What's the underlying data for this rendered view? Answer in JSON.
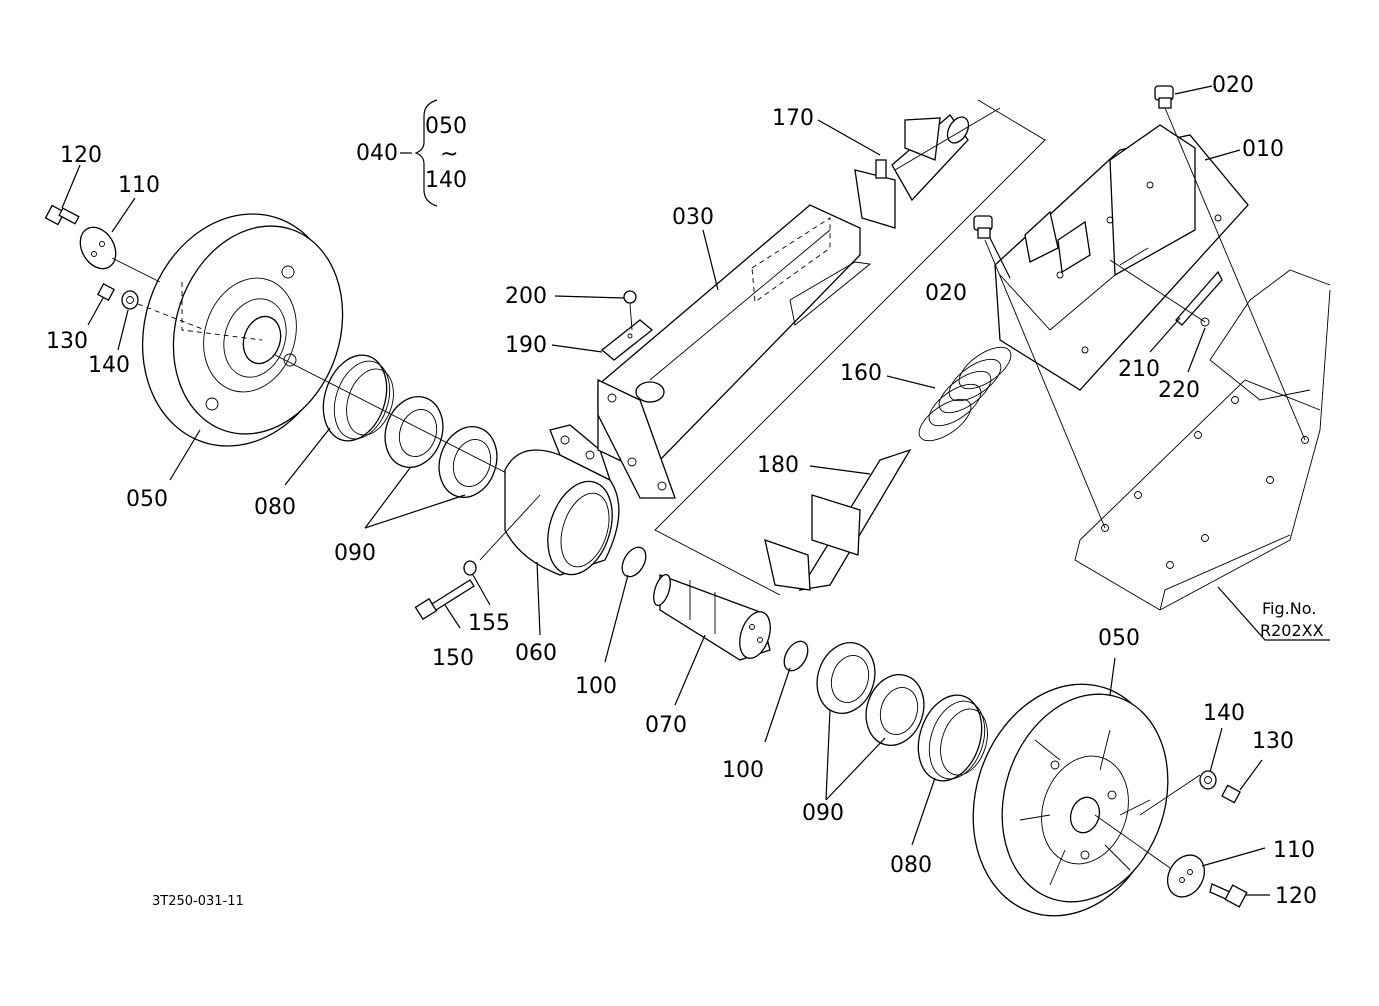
{
  "figure": {
    "fig_no_label": "Fig.No.",
    "fig_no_value": "R202XX",
    "drawing_code": "3T250-031-11"
  },
  "group_bracket": {
    "parent": "040",
    "range_start": "050",
    "range_sep": "~",
    "range_end": "140"
  },
  "callouts": {
    "p010": "010",
    "p020a": "020",
    "p020b": "020",
    "p030": "030",
    "p050a": "050",
    "p050b": "050",
    "p060": "060",
    "p070": "070",
    "p080a": "080",
    "p080b": "080",
    "p090a": "090",
    "p090b": "090",
    "p100a": "100",
    "p100b": "100",
    "p110a": "110",
    "p110b": "110",
    "p120a": "120",
    "p120b": "120",
    "p130a": "130",
    "p130b": "130",
    "p140a": "140",
    "p140b": "140",
    "p150": "150",
    "p155": "155",
    "p160": "160",
    "p170": "170",
    "p180": "180",
    "p190": "190",
    "p200": "200",
    "p210": "210",
    "p220": "220"
  }
}
